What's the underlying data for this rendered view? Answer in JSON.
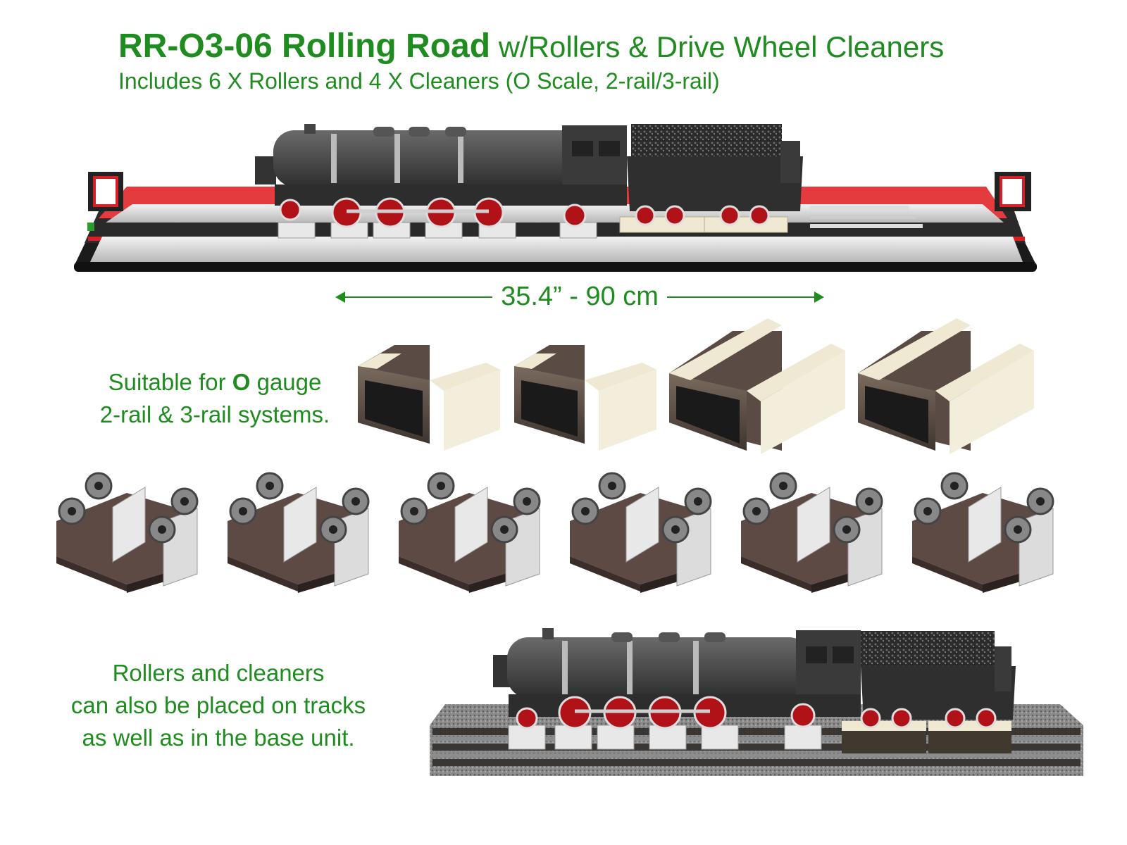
{
  "title": {
    "model": "RR-O3-06 Rolling Road",
    "rest": " w/Rollers & Drive Wheel Cleaners"
  },
  "subtitle": "Includes 6 X Rollers and 4 X Cleaners (O Scale, 2-rail/3-rail)",
  "dimension": "35.4” - 90 cm",
  "gauge_caption": {
    "pre": "Suitable for ",
    "bold": "O",
    "post": " gauge",
    "line2": "2-rail & 3-rail systems."
  },
  "placement_caption": {
    "line1": "Rollers and cleaners",
    "line2": "can also be placed on tracks",
    "line3": "as well as in the base unit."
  },
  "colors": {
    "text_green": "#1e8c1e",
    "frame_red": "#d81f26",
    "loco_grey": "#4a4a4a",
    "wheel_red": "#b01218",
    "felt": "#efe8d2"
  },
  "counts": {
    "rollers": 6,
    "cleaners": 4
  }
}
